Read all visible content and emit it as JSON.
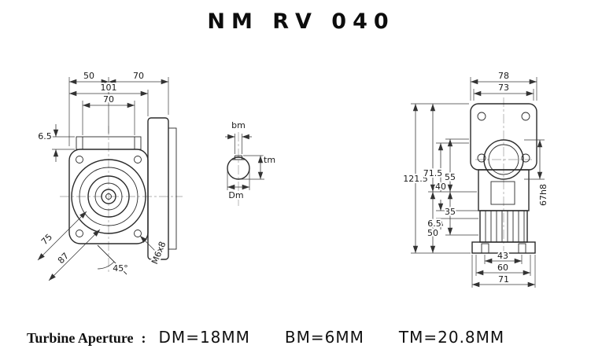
{
  "title": "NM RV 040",
  "front_view": {
    "dim_50": "50",
    "dim_70_top": "70",
    "dim_101": "101",
    "dim_70_mid": "70",
    "dim_6_5": "6.5",
    "dim_75": "75",
    "dim_87": "87",
    "thread_note": "M6x8",
    "angle_45": "45°"
  },
  "bore_detail": {
    "bm_label": "bm",
    "tm_label": "tm",
    "dm_label": "Dm"
  },
  "side_view": {
    "dim_78": "78",
    "dim_73": "73",
    "dim_121_5": "121.5",
    "dim_71_5": "71.5",
    "dim_55": "55",
    "dim_40": "40",
    "dim_35": "35",
    "dim_6_5": "6.5",
    "dim_50": "50",
    "dim_43": "43",
    "dim_60": "60",
    "dim_71": "71",
    "dim_67h8": "67h8"
  },
  "footer": {
    "label": "Turbine Aperture",
    "colon": ":",
    "dm_value": "DM=18MM",
    "bm_value": "BM=6MM",
    "tm_value": "TM=20.8MM"
  }
}
